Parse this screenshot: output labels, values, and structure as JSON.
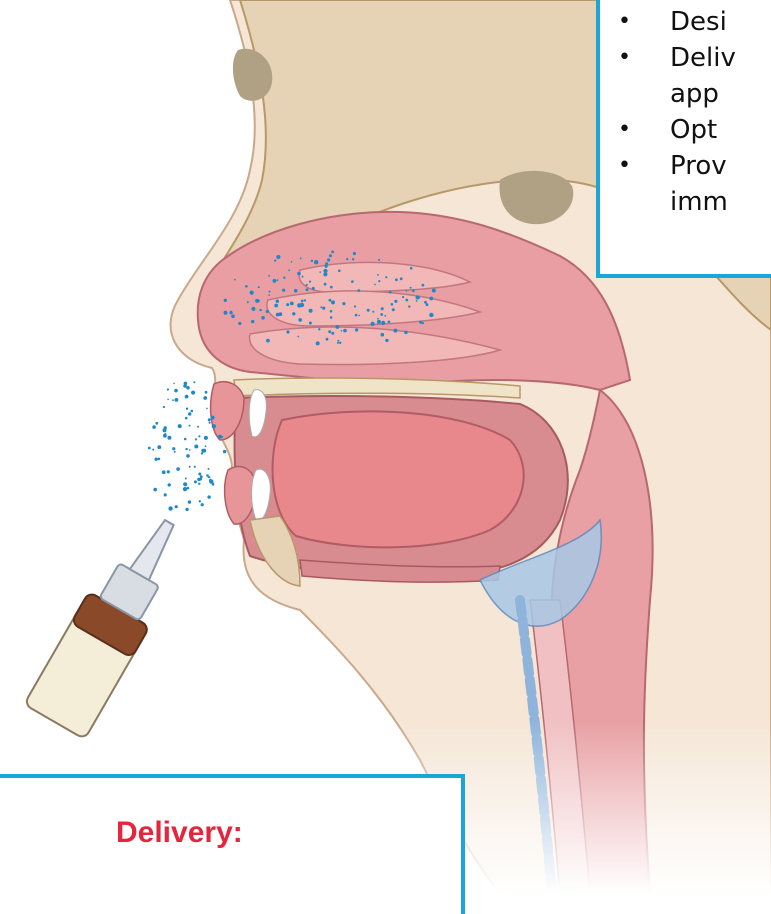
{
  "info_panel": {
    "bullets": [
      {
        "text": "Desi",
        "text2": ""
      },
      {
        "text": "Deliv",
        "text2": "app"
      },
      {
        "text": "Opt",
        "text2": ""
      },
      {
        "text": "Prov",
        "text2": "imm"
      }
    ],
    "bullet_glyph": "•"
  },
  "delivery_panel": {
    "title": "Delivery:",
    "title_color": "#e3263e"
  },
  "colors": {
    "box_border": "#1aa6d8",
    "droplet": "#1e88c8",
    "skin": "#f4e4d4",
    "mucosa": "#e8a0a4"
  },
  "icons": [
    "nasal-spray-bottle-icon"
  ]
}
